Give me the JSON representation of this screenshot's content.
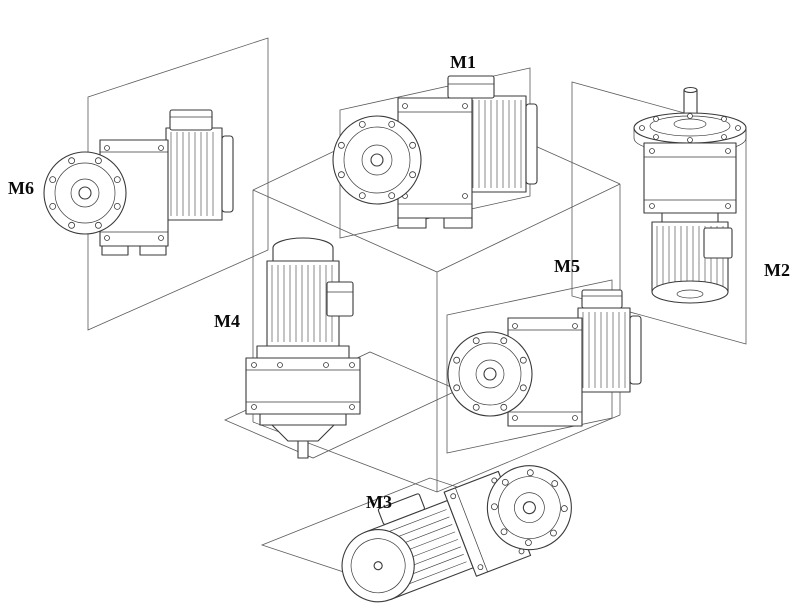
{
  "colors": {
    "line": "#3a3a3a",
    "background": "#ffffff"
  },
  "labels": {
    "m1": "M1",
    "m2": "M2",
    "m3": "M3",
    "m4": "M4",
    "m5": "M5",
    "m6": "M6"
  }
}
